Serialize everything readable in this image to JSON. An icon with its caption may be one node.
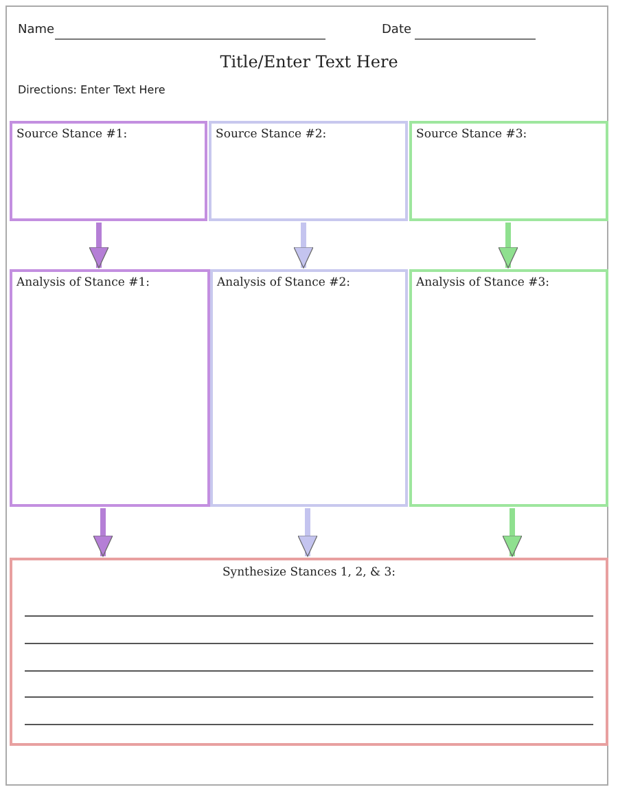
{
  "diagram": {
    "title": "Title/Enter Text Here",
    "nodes": [
      {
        "text": [
          "Source Stance #1:"
        ]
      },
      {
        "text": [
          "Source Stance #2:"
        ]
      },
      {
        "text": [
          "Source Stance #3:"
        ]
      },
      {
        "text": [
          "Analysis of Stance #1:"
        ]
      },
      {
        "text": [
          "Analysis of Stance #2:"
        ]
      },
      {
        "text": [
          "Analysis of Stance #3:"
        ]
      },
      {
        "text": [
          "Synthesize Stances 1, 2, & 3:"
        ]
      }
    ],
    "edges": [
      {
        "from": 0,
        "to": 3,
        "arrow": "to",
        "color": "#b57fd6"
      },
      {
        "from": 1,
        "to": 4,
        "arrow": "to",
        "color": "#c4c4ef"
      },
      {
        "from": 2,
        "to": 5,
        "arrow": "to",
        "color": "#8fe08f"
      },
      {
        "from": 3,
        "to": 6,
        "arrow": "to",
        "color": "#b57fd6"
      },
      {
        "from": 4,
        "to": 6,
        "arrow": "to",
        "color": "#c4c4ef"
      },
      {
        "from": 5,
        "to": 6,
        "arrow": "to",
        "color": "#8fe08f"
      }
    ],
    "labels": [
      "Name",
      "Date",
      "Directions: Enter Text Here"
    ]
  }
}
